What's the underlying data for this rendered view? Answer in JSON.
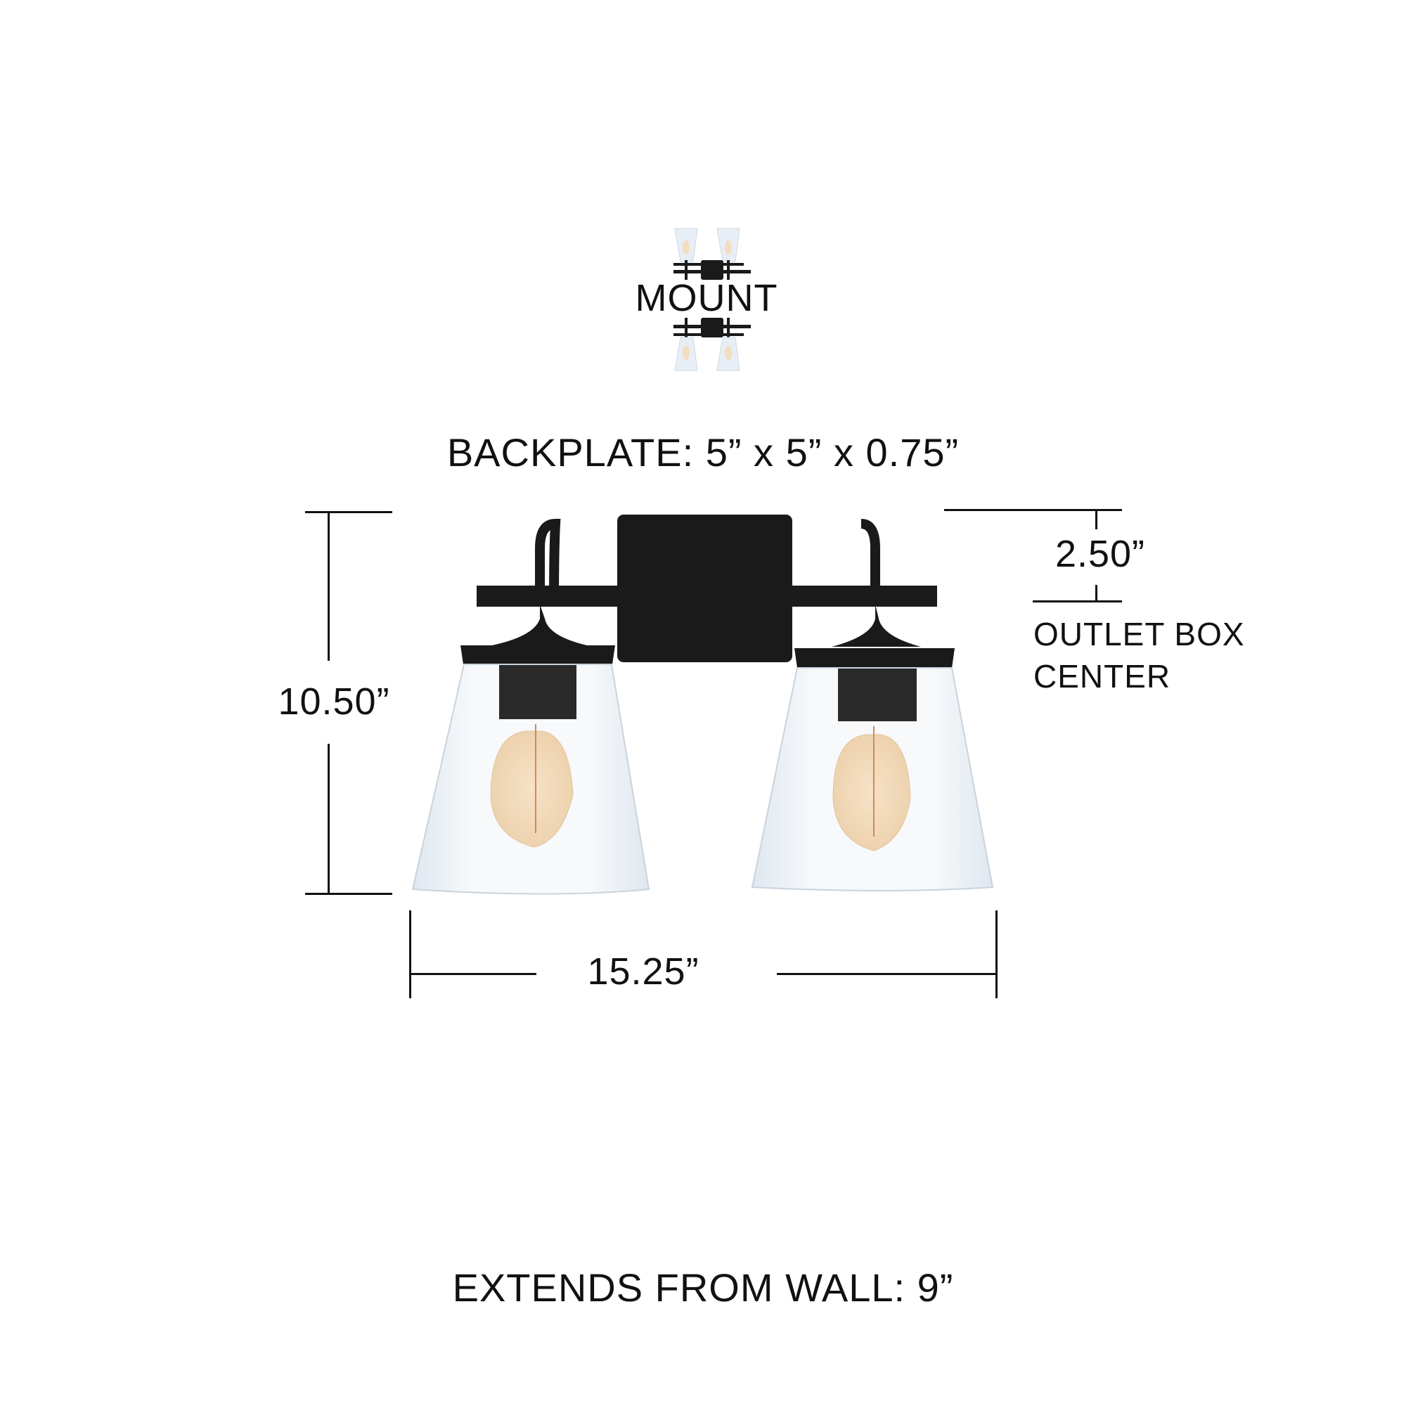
{
  "mount_badge": {
    "label": "MOUNT",
    "icon": "fixture-up-down-mount-icon"
  },
  "backplate": {
    "label": "BACKPLATE: 5” x 5” x 0.75”"
  },
  "dimensions": {
    "height": {
      "value": "10.50”"
    },
    "width": {
      "value": "15.25”"
    },
    "outlet_offset": {
      "value": "2.50”"
    },
    "outlet_label_line1": "OUTLET BOX",
    "outlet_label_line2": "CENTER"
  },
  "extends": {
    "label": "EXTENDS FROM WALL: 9”"
  },
  "product": {
    "name": "two-light vanity fixture",
    "finish_color": "#1a1a1a",
    "glass": "clear seeded cone shades",
    "bulb_color": "#f3d9b8"
  }
}
